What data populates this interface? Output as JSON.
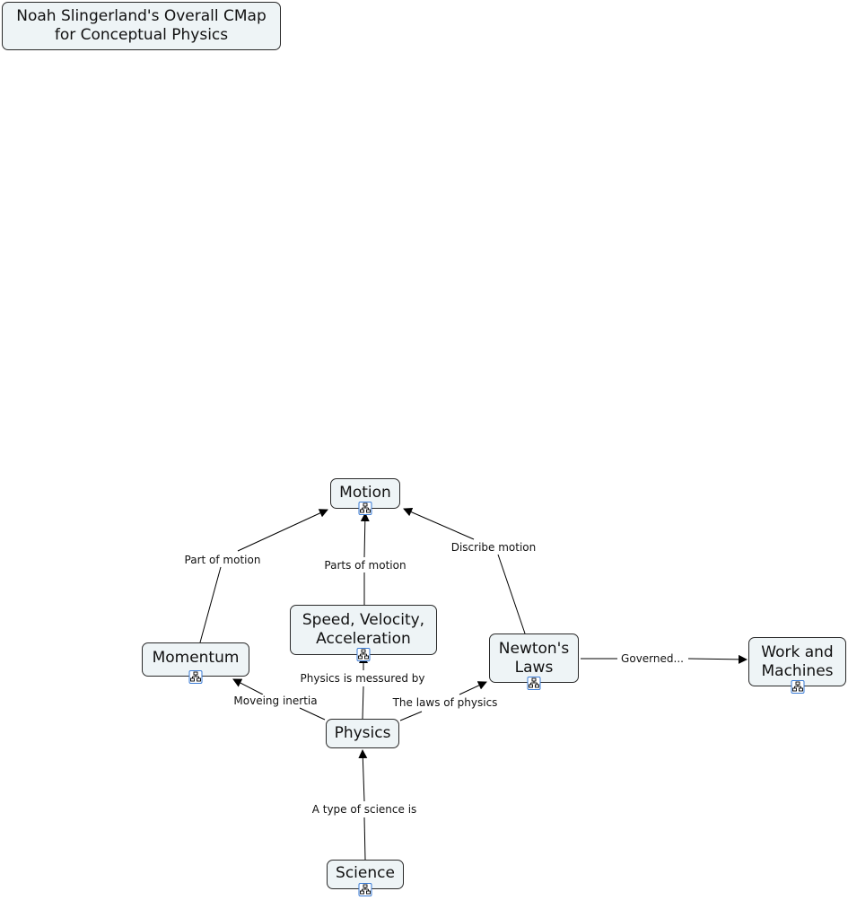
{
  "title": "Noah Slingerland's Overall CMap\nfor Conceptual Physics",
  "concepts": {
    "motion": "Motion",
    "speed": "Speed, Velocity,\nAcceleration",
    "momentum": "Momentum",
    "newton": "Newton's\nLaws",
    "work": "Work and\nMachines",
    "physics": "Physics",
    "science": "Science"
  },
  "links": {
    "part_of_motion": "Part of motion",
    "parts_of_motion": "Parts of motion",
    "discribe_motion": "Discribe motion",
    "physics_measured_by": "Physics is messured by",
    "moveing_inertia": "Moveing inertia",
    "laws_of_physics": "The laws of physics",
    "governed": "Governed...",
    "type_of_science": "A type of science is"
  },
  "icons": {
    "submap": "concept-map-link-icon"
  },
  "colors": {
    "node_fill": "#eef4f6",
    "node_border": "#2a2a2a",
    "icon_border": "#3a7bd5",
    "line": "#000000"
  }
}
